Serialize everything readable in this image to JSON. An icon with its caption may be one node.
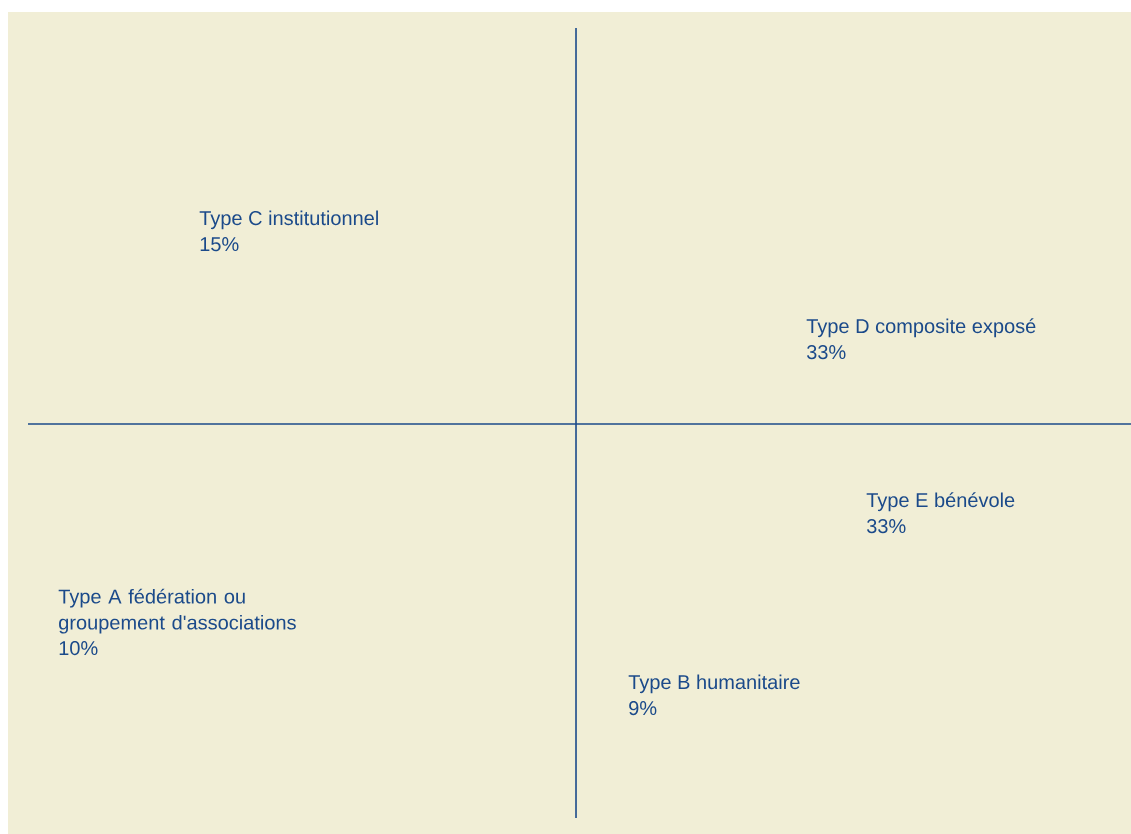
{
  "diagram": {
    "labels": [
      "Type C institutionnel",
      "15%",
      "Type D composite exposé",
      "33%",
      "Type E bénévole",
      "33%",
      "Type A fédération ou groupement d'associations",
      "10%",
      "Type B humanitaire",
      "9%"
    ]
  }
}
